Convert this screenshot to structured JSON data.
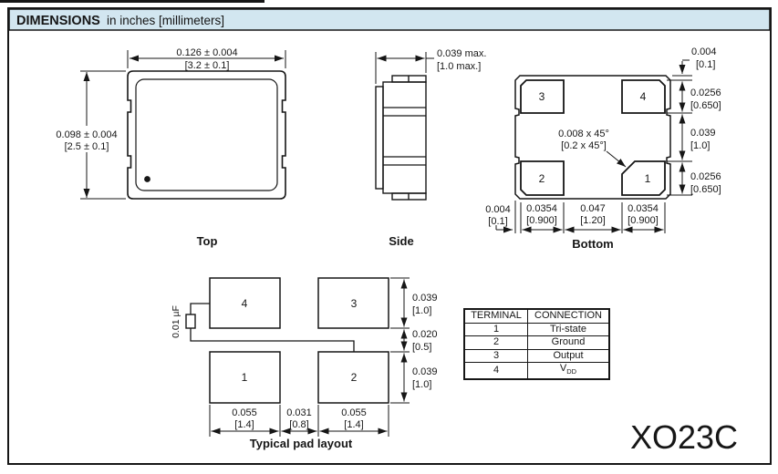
{
  "header": {
    "title": "DIMENSIONS",
    "subtitle": "in inches [millimeters]"
  },
  "colors": {
    "header_bg": "#d2e6f0",
    "line": "#161616",
    "background": "#ffffff"
  },
  "top_view": {
    "label": "Top",
    "width": {
      "in": "0.126 ± 0.004",
      "mm": "[3.2 ± 0.1]"
    },
    "height": {
      "in": "0.098 ± 0.004",
      "mm": "[2.5 ± 0.1]"
    }
  },
  "side_view": {
    "label": "Side",
    "thickness": {
      "in": "0.039 max.",
      "mm": "[1.0 max.]"
    }
  },
  "bottom_view": {
    "label": "Bottom",
    "pad_tl": "3",
    "pad_tr": "4",
    "pad_bl": "2",
    "pad_br": "1",
    "chamfer": {
      "in": "0.008 x 45°",
      "mm": "[0.2 x 45°]"
    },
    "top_gap": {
      "in": "0.004",
      "mm": "[0.1]"
    },
    "pad_height_top": {
      "in": "0.0256",
      "mm": "[0.650]"
    },
    "pad_gap_v": {
      "in": "0.039",
      "mm": "[1.0]"
    },
    "pad_height_bottom": {
      "in": "0.0256",
      "mm": "[0.650]"
    },
    "left_gap": {
      "in": "0.004",
      "mm": "[0.1]"
    },
    "pad_width_left": {
      "in": "0.0354",
      "mm": "[0.900]"
    },
    "center_gap": {
      "in": "0.047",
      "mm": "[1.20]"
    },
    "pad_width_right": {
      "in": "0.0354",
      "mm": "[0.900]"
    }
  },
  "pad_layout": {
    "label": "Typical pad layout",
    "capacitor_label": "0.01 µF",
    "pad_tl": "4",
    "pad_tr": "3",
    "pad_bl": "1",
    "pad_br": "2",
    "pad_height_top": {
      "in": "0.039",
      "mm": "[1.0]"
    },
    "pad_gap_v": {
      "in": "0.020",
      "mm": "[0.5]"
    },
    "pad_height_bottom": {
      "in": "0.039",
      "mm": "[1.0]"
    },
    "pad_width_left": {
      "in": "0.055",
      "mm": "[1.4]"
    },
    "pad_gap_h": {
      "in": "0.031",
      "mm": "[0.8]"
    },
    "pad_width_right": {
      "in": "0.055",
      "mm": "[1.4]"
    }
  },
  "table": {
    "headers": [
      "TERMINAL",
      "CONNECTION"
    ],
    "rows": [
      {
        "terminal": "1",
        "connection": "Tri-state"
      },
      {
        "terminal": "2",
        "connection": "Ground"
      },
      {
        "terminal": "3",
        "connection": "Output"
      },
      {
        "terminal": "4",
        "connection": "V",
        "connection_sub": "DD"
      }
    ]
  },
  "part_number": "XO23C"
}
